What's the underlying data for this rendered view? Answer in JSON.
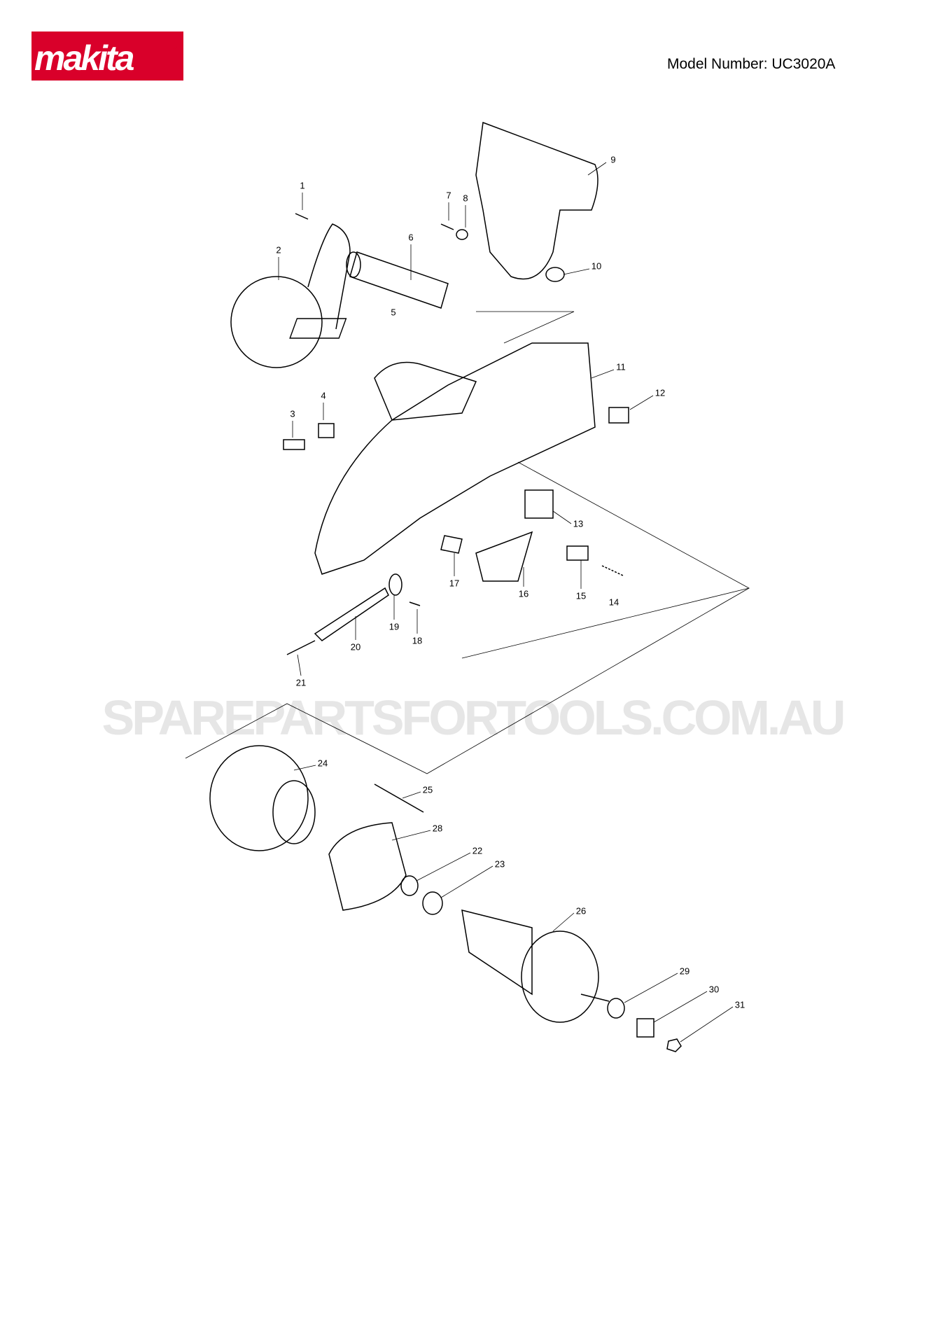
{
  "header": {
    "logo_text": "makita",
    "model_number": "Model Number: UC3020A"
  },
  "watermark": "SPAREPARTSFORTOOLS.COM.AU",
  "colors": {
    "brand_red": "#d9002a",
    "watermark": "#e6e6e6"
  },
  "callouts": [
    "1",
    "2",
    "3",
    "4",
    "5",
    "6",
    "7",
    "8",
    "9",
    "10",
    "11",
    "12",
    "13",
    "14",
    "15",
    "16",
    "17",
    "18",
    "19",
    "20",
    "21",
    "22",
    "23",
    "24",
    "25",
    "26",
    "28",
    "29",
    "30",
    "31"
  ]
}
